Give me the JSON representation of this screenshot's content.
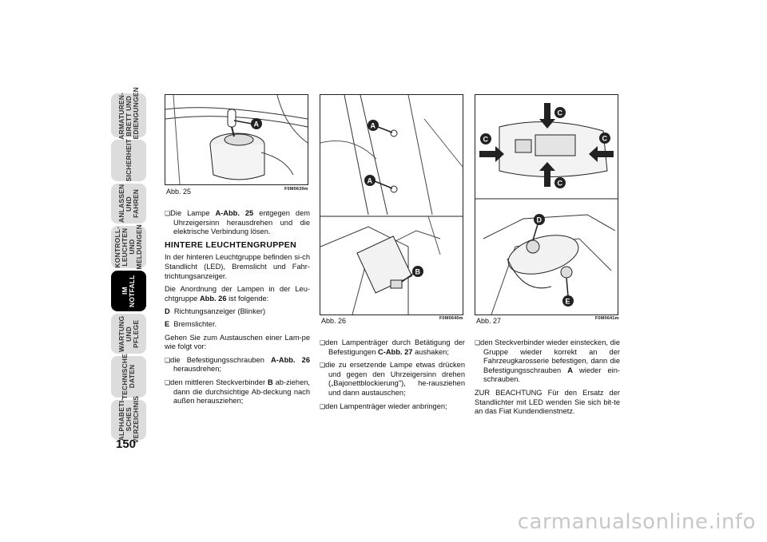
{
  "sidebar": {
    "tabs": [
      {
        "label": "ARMATUREN-\nBRETT UND\nBEDIENGUNGEN",
        "active": false
      },
      {
        "label": "SICHERHEIT",
        "active": false
      },
      {
        "label": "ANLASSEN\nUND FAHREN",
        "active": false
      },
      {
        "label": "KONTROLL-\nLEUCHTEN UND\nMELDUNGEN",
        "active": false
      },
      {
        "label": "IM NOTFALL",
        "active": true
      },
      {
        "label": "WARTUNG\nUND PFLEGE",
        "active": false
      },
      {
        "label": "TECHNISCHE\nDATEN",
        "active": false
      },
      {
        "label": "ALPHABETI-\nSCHES\nVERZEICHNIS",
        "active": false
      }
    ]
  },
  "page_number": "150",
  "figures": {
    "fig25": {
      "caption": "Abb. 25",
      "code": "F0M0639m",
      "labels": [
        "A"
      ]
    },
    "fig26": {
      "caption": "Abb. 26",
      "code": "F0M0640m",
      "labels": [
        "A",
        "A",
        "B"
      ]
    },
    "fig27": {
      "caption": "Abb. 27",
      "code": "F0M0641m",
      "labels": [
        "C",
        "C",
        "C",
        "C",
        "D",
        "E"
      ]
    }
  },
  "col1": {
    "b1_pre": "Die Lampe ",
    "b1_bold": "A-Abb. 25",
    "b1_post": " entgegen dem Uhrzeigersinn herausdrehen und die elektrische Verbindung lösen.",
    "heading": "HINTERE LEUCHTENGRUPPEN",
    "p1": "In der hinteren Leuchtgruppe befinden si-ch Standlicht (LED), Bremslicht und Fahr-trichtungsanzeiger.",
    "p2_pre": "Die Anordnung der Lampen in der Leu-chtgruppe ",
    "p2_bold": "Abb. 26",
    "p2_post": " ist folgende:",
    "d_key": "D",
    "d_text": "Richtungsanzeiger (Blinker)",
    "e_key": "E",
    "e_text": "Bremslichter.",
    "p3": "Gehen Sie zum Austauschen einer Lam-pe wie folgt vor:",
    "b2_pre": "die Befestigungsschrauben ",
    "b2_bold": "A-Abb. 26",
    "b2_post": " herausdrehen;",
    "b3_pre": "den mittleren Steckverbinder ",
    "b3_bold": "B",
    "b3_post": " ab-ziehen, dann die durchsichtige Ab-deckung nach außen herausziehen;"
  },
  "col2": {
    "b1_pre": "den Lampenträger durch Betätigung der Befestigungen ",
    "b1_bold": "C-Abb. 27",
    "b1_post": " aushaken;",
    "b2": "die zu ersetzende Lampe etwas drücken und gegen den Uhrzeigersinn drehen („Bajonettblockierung\"), he-rausziehen und dann austauschen;",
    "b3": "den Lampenträger wieder anbringen;"
  },
  "col3": {
    "b1_pre": "den Steckverbinder wieder einstecken, die Gruppe wieder korrekt an der Fahrzeugkarosserie befestigen, dann die Befestigungsschrauben ",
    "b1_bold": "A",
    "b1_post": " wieder ein-schrauben.",
    "p1": "ZUR BEACHTUNG Für den Ersatz der Standlichter mit LED wenden Sie sich bit-te an das Fiat Kundendienstnetz."
  },
  "watermark": "carmanualsonline.info"
}
